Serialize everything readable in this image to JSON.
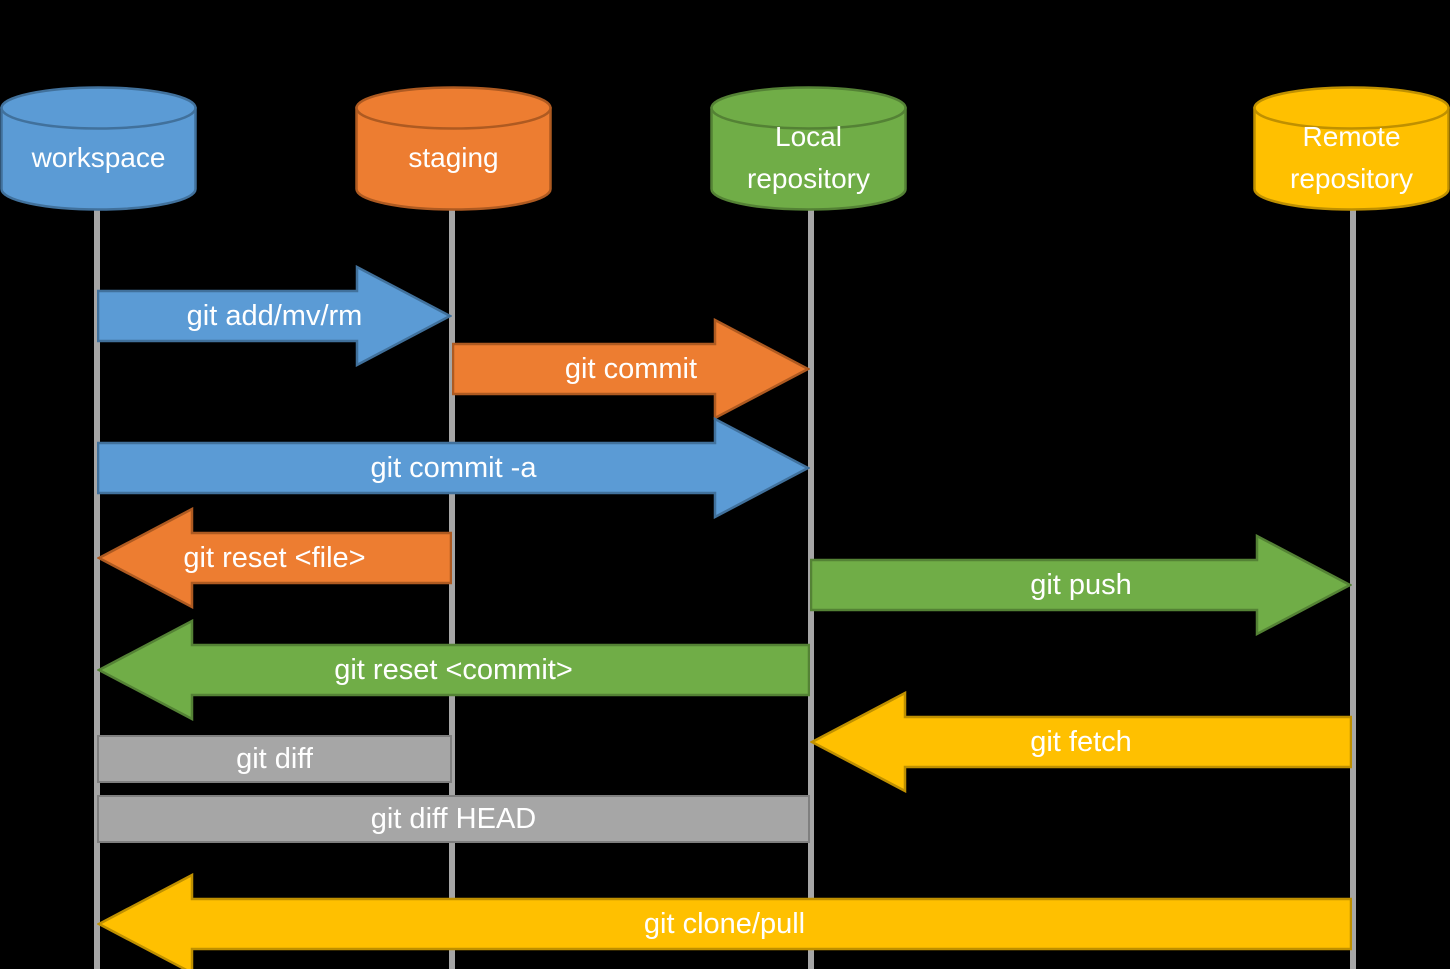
{
  "background": "#000000",
  "text_color": "#FFFFFF",
  "lifeline_color": "#A6A6A6",
  "nodes": [
    {
      "label": "workspace",
      "color": "#5B9BD5",
      "border": "#41719C"
    },
    {
      "label": "staging",
      "color": "#ED7D31",
      "border": "#AE5A21"
    },
    {
      "label": "Local repository",
      "color": "#70AD47",
      "border": "#548235"
    },
    {
      "label": "Remote repository",
      "color": "#FFC000",
      "border": "#BF9000"
    }
  ],
  "arrows": [
    {
      "label": "git add/mv/rm",
      "from": "workspace",
      "to": "staging",
      "direction": "right",
      "color": "#5B9BD5"
    },
    {
      "label": "git commit",
      "from": "staging",
      "to": "Local repository",
      "direction": "right",
      "color": "#ED7D31"
    },
    {
      "label": "git commit -a",
      "from": "workspace",
      "to": "Local repository",
      "direction": "right",
      "color": "#5B9BD5"
    },
    {
      "label": "git reset <file>",
      "from": "staging",
      "to": "workspace",
      "direction": "left",
      "color": "#ED7D31"
    },
    {
      "label": "git push",
      "from": "Local repository",
      "to": "Remote repository",
      "direction": "right",
      "color": "#70AD47"
    },
    {
      "label": "git reset <commit>",
      "from": "Local repository",
      "to": "workspace",
      "direction": "left",
      "color": "#70AD47"
    },
    {
      "label": "git fetch",
      "from": "Remote repository",
      "to": "Local repository",
      "direction": "left",
      "color": "#FFC000"
    },
    {
      "label": "git clone/pull",
      "from": "Remote repository",
      "to": "workspace",
      "direction": "left",
      "color": "#FFC000"
    }
  ],
  "bars": [
    {
      "label": "git diff",
      "from": "workspace",
      "to": "staging",
      "color": "#A6A6A6",
      "border": "#7F7F7F"
    },
    {
      "label": "git diff HEAD",
      "from": "workspace",
      "to": "Local repository",
      "color": "#A6A6A6",
      "border": "#7F7F7F"
    }
  ]
}
